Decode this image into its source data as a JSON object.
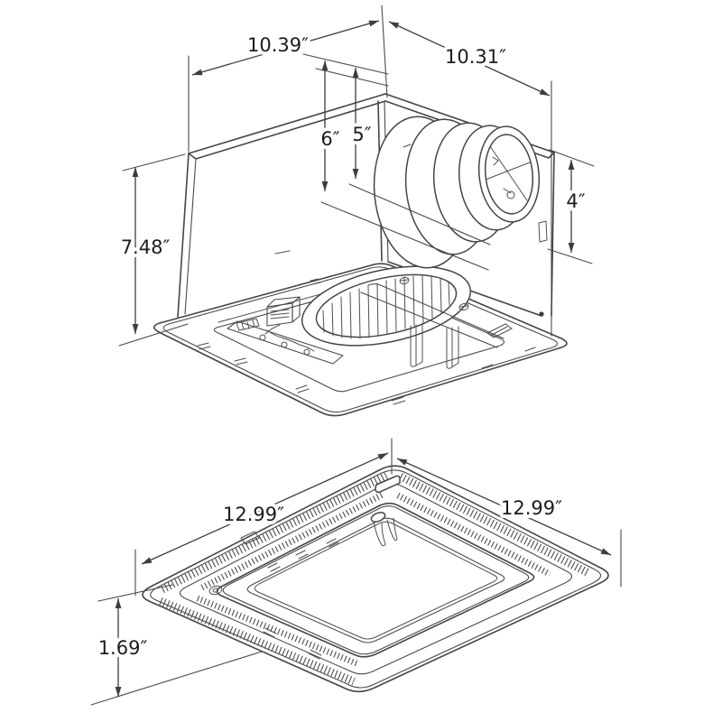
{
  "diagram": {
    "type": "product-dimension-drawing",
    "subject": "ventilation-fan-housing-and-grille",
    "unit_symbol": "″",
    "figures": [
      {
        "name": "fan-housing-isometric",
        "position": "top"
      },
      {
        "name": "grille-cover-isometric",
        "position": "bottom"
      }
    ]
  },
  "dimensions": {
    "housing": {
      "width_left": "10.39″",
      "width_right": "10.31″",
      "ring_6": "6″",
      "ring_5": "5″",
      "height": "7.48″",
      "duct_diameter": "4″"
    },
    "grille": {
      "width_left": "12.99″",
      "width_right": "12.99″",
      "depth": "1.69″"
    }
  }
}
